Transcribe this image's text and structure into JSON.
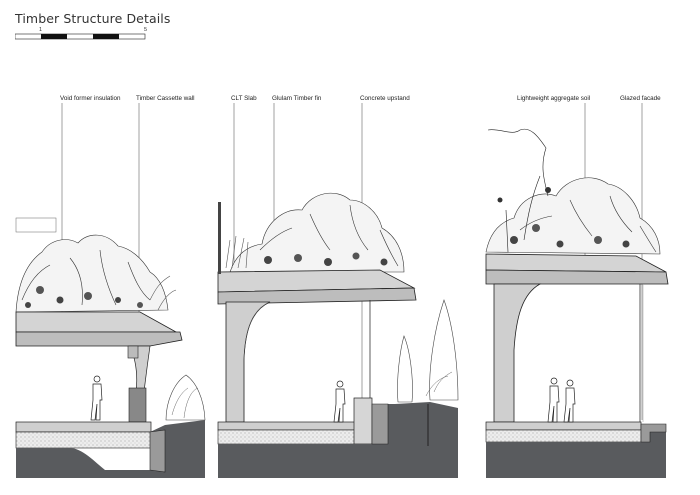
{
  "title": "Timber Structure Details",
  "scale": {
    "start_label": "1",
    "end_label": "5"
  },
  "panels": [
    {
      "name": "section-1",
      "labels": [
        "Void former insulation",
        "Timber Cassette wall"
      ]
    },
    {
      "name": "section-2",
      "labels": [
        "CLT Slab",
        "Glulam Timber fin",
        "Concrete upstand"
      ]
    },
    {
      "name": "section-3",
      "labels": [
        "Lightweight aggregate soil",
        "Glazed facade"
      ]
    }
  ],
  "colors": {
    "ground": "#595b5e",
    "slab": "#d9d9d9",
    "timber": "#cfcfcf",
    "line": "#222222"
  }
}
